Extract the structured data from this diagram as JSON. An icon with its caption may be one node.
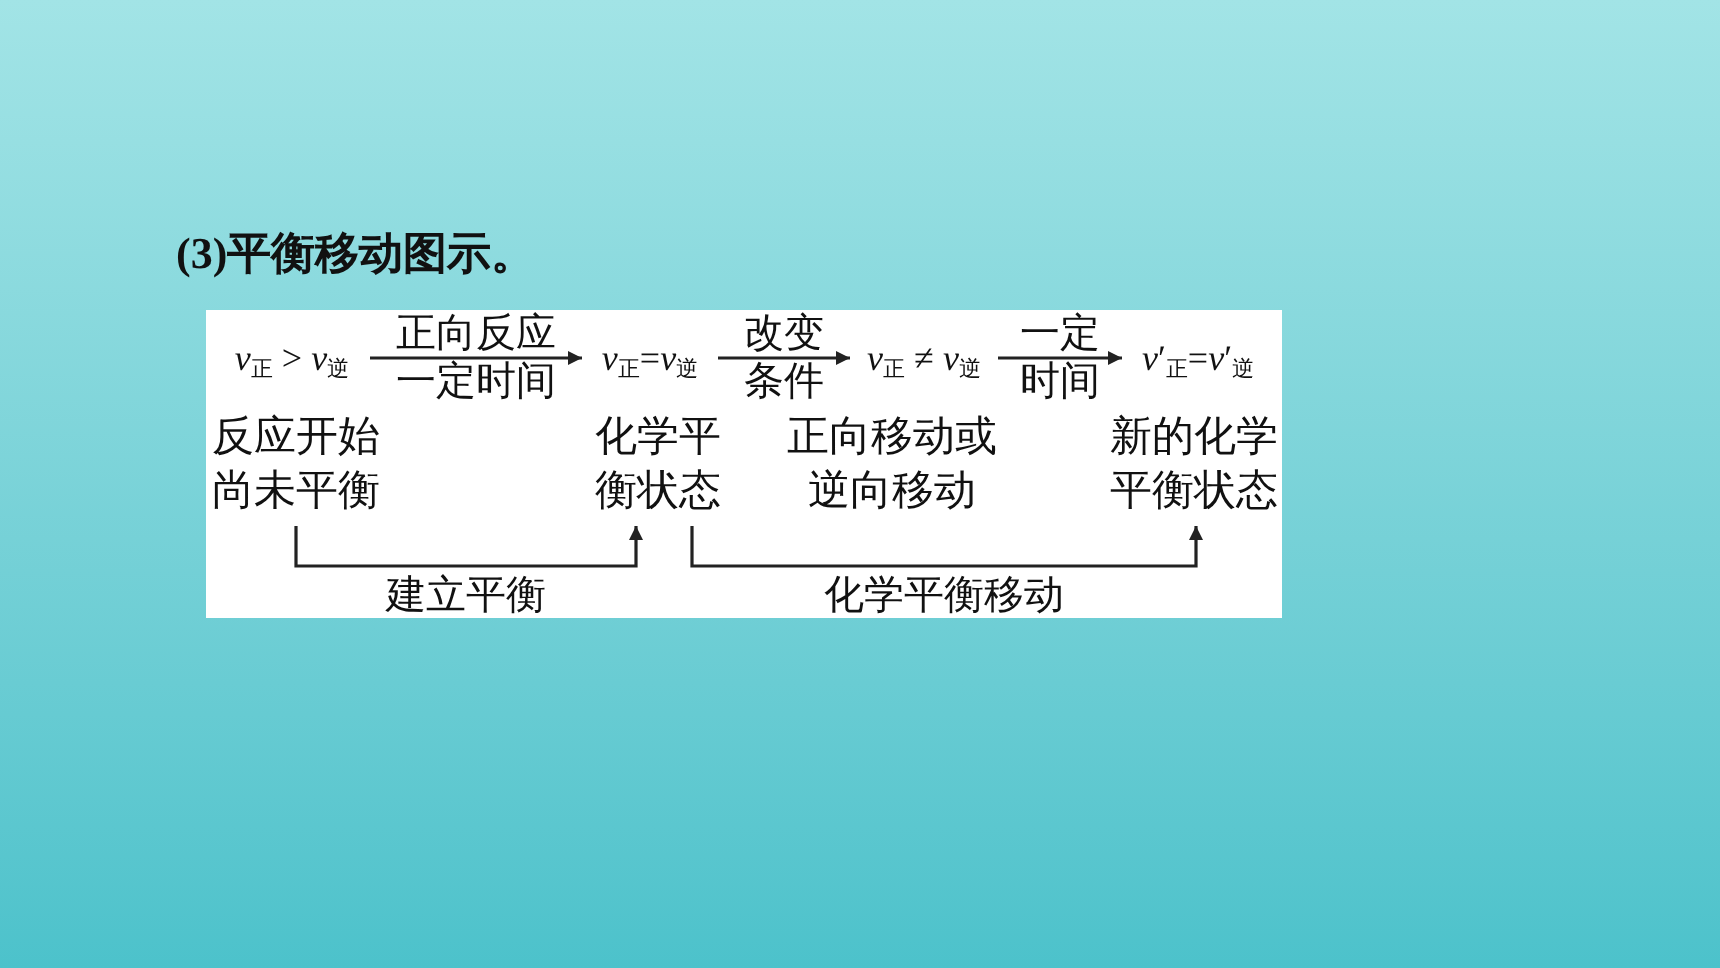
{
  "diagram": {
    "title": "(3)平衡移动图示。",
    "nodes": [
      {
        "text": [
          "*v*$_{正}$ > *v*$_{逆}$"
        ]
      },
      {
        "text": [
          "*v*$_{正}$=*v*$_{逆}$"
        ]
      },
      {
        "text": [
          "*v*$_{正}$ ≠ *v*$_{逆}$"
        ]
      },
      {
        "text": [
          "*v*′$_{正}$=*v*′$_{逆}$"
        ]
      },
      {
        "text": [
          "反应开始尚未平衡"
        ]
      },
      {
        "text": [
          "化学平衡状态"
        ]
      },
      {
        "text": [
          "正向移动或逆向移动"
        ]
      },
      {
        "text": [
          "新的化学平衡状态"
        ]
      }
    ],
    "edges": [
      {
        "from": 0,
        "to": 1,
        "arrow": "to",
        "label": "正向反应一定时间"
      },
      {
        "from": 1,
        "to": 2,
        "arrow": "to",
        "label": "改变条件"
      },
      {
        "from": 2,
        "to": 3,
        "arrow": "to",
        "label": "一定时间"
      },
      {
        "from": 4,
        "to": 5,
        "arrow": "to",
        "label": "建立平衡"
      },
      {
        "from": 5,
        "to": 7,
        "arrow": "to",
        "label": "化学平衡移动"
      }
    ]
  }
}
